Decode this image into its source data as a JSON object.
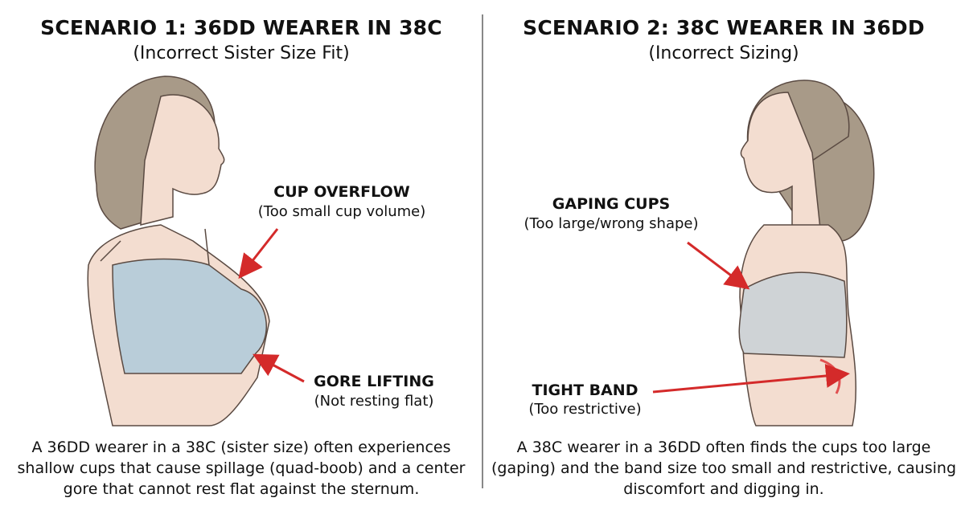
{
  "scenario1": {
    "title": "SCENARIO 1: 36DD WEARER IN 38C",
    "subtitle": "(Incorrect Sister Size Fit)",
    "callout1": {
      "label": "CUP OVERFLOW",
      "detail": "(Too small cup volume)"
    },
    "callout2": {
      "label": "GORE LIFTING",
      "detail": "(Not resting flat)"
    },
    "description": "A 36DD wearer in a 38C (sister size) often experiences shallow cups that cause spillage (quad-boob) and a center gore that cannot rest flat against the sternum.",
    "bra_color": "#b9cdd9"
  },
  "scenario2": {
    "title": "SCENARIO 2: 38C WEARER IN 36DD",
    "subtitle": "(Incorrect Sizing)",
    "callout1": {
      "label": "GAPING CUPS",
      "detail": "(Too large/wrong shape)"
    },
    "callout2": {
      "label": "TIGHT BAND",
      "detail": "(Too restrictive)"
    },
    "description": "A 38C wearer in a 36DD often finds the cups too large (gaping) and the band size too small and restrictive, causing discomfort and digging in.",
    "bra_color": "#cfd3d6"
  },
  "colors": {
    "arrow": "#d42a2a",
    "skin": "#f3ddd0",
    "hair": "#a89a88",
    "outline": "#5a4a42"
  }
}
